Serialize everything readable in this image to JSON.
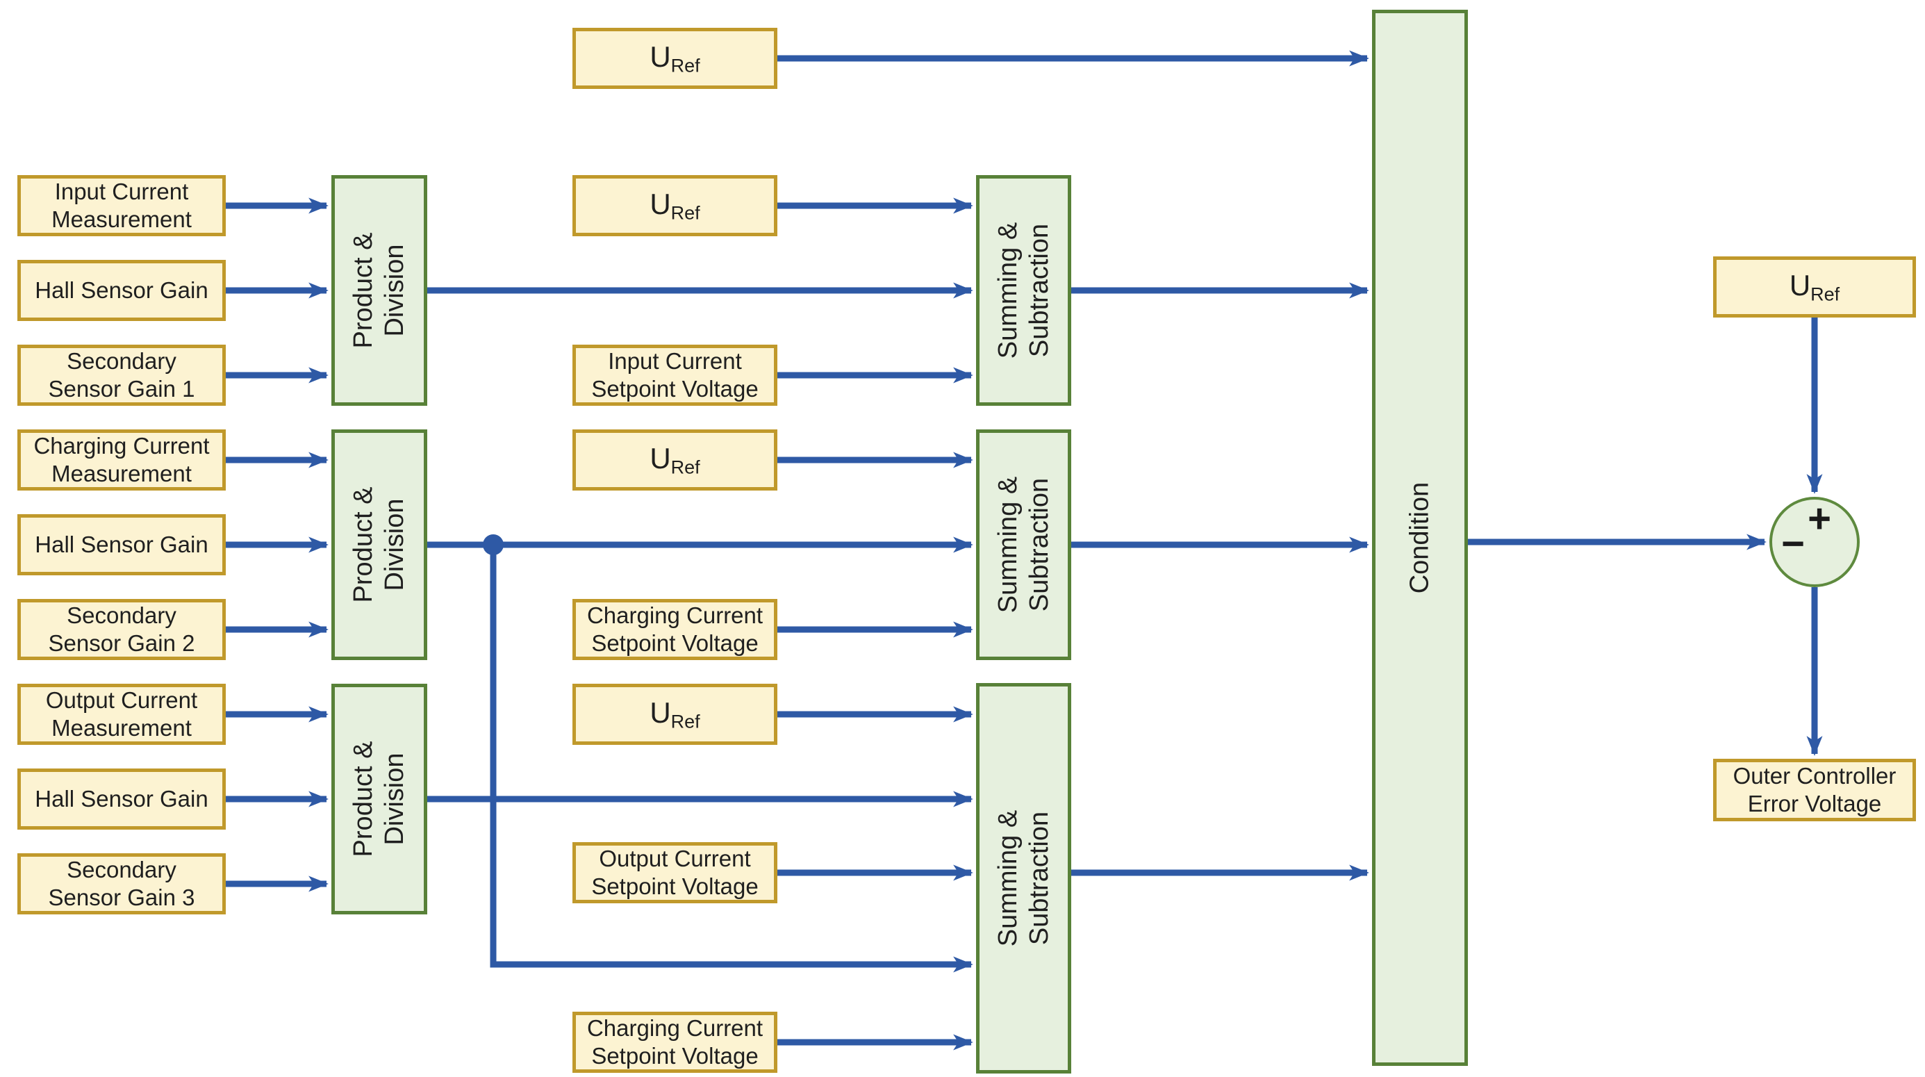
{
  "diagram": {
    "palette": {
      "io_fill": "#FCF3D2",
      "io_border": "#C0992B",
      "process_fill": "#E6F0DE",
      "process_border": "#588138",
      "arrow_blue": "#2E59A5",
      "text": "#1f1f1f"
    },
    "nodes": {
      "uref": {
        "main": "U",
        "sub": "Ref"
      },
      "input_current_measurement": "Input Current\nMeasurement",
      "hall_sensor_gain": "Hall Sensor Gain",
      "secondary_sensor_gain_1": "Secondary\nSensor Gain 1",
      "charging_current_measurement": "Charging Current\nMeasurement",
      "secondary_sensor_gain_2": "Secondary\nSensor Gain 2",
      "output_current_measurement": "Output Current\nMeasurement",
      "secondary_sensor_gain_3": "Secondary\nSensor Gain 3",
      "product_division": "Product &\nDivision",
      "summing_subtraction": "Summing &\nSubtraction",
      "condition": "Condition",
      "input_current_setpoint_voltage": "Input Current\nSetpoint Voltage",
      "charging_current_setpoint_voltage": "Charging Current\nSetpoint Voltage",
      "output_current_setpoint_voltage": "Output Current\nSetpoint Voltage",
      "outer_controller_error_voltage": "Outer Controller\nError Voltage",
      "junction_plus": "+",
      "junction_minus": "−"
    },
    "connections": [
      {
        "from": "U_Ref (top)",
        "to": "Condition"
      },
      {
        "from": "Input Current Measurement",
        "to": "Product & Division 1"
      },
      {
        "from": "Hall Sensor Gain 1",
        "to": "Product & Division 1"
      },
      {
        "from": "Secondary Sensor Gain 1",
        "to": "Product & Division 1"
      },
      {
        "from": "Charging Current Measurement",
        "to": "Product & Division 2"
      },
      {
        "from": "Hall Sensor Gain 2",
        "to": "Product & Division 2"
      },
      {
        "from": "Secondary Sensor Gain 2",
        "to": "Product & Division 2"
      },
      {
        "from": "Output Current Measurement",
        "to": "Product & Division 3"
      },
      {
        "from": "Hall Sensor Gain 3",
        "to": "Product & Division 3"
      },
      {
        "from": "Secondary Sensor Gain 3",
        "to": "Product & Division 3"
      },
      {
        "from": "U_Ref 1",
        "to": "Summing & Subtraction 1"
      },
      {
        "from": "Product & Division 1",
        "to": "Summing & Subtraction 1"
      },
      {
        "from": "Input Current Setpoint Voltage",
        "to": "Summing & Subtraction 1"
      },
      {
        "from": "U_Ref 2",
        "to": "Summing & Subtraction 2"
      },
      {
        "from": "Product & Division 2",
        "to": "Summing & Subtraction 2"
      },
      {
        "from": "Charging Current Setpoint Voltage",
        "to": "Summing & Subtraction 2"
      },
      {
        "from": "U_Ref 3",
        "to": "Summing & Subtraction 3"
      },
      {
        "from": "Product & Division 3",
        "to": "Summing & Subtraction 3"
      },
      {
        "from": "Output Current Setpoint Voltage",
        "to": "Summing & Subtraction 3"
      },
      {
        "from": "Product & Division 2 (branch)",
        "to": "Summing & Subtraction 3"
      },
      {
        "from": "Charging Current Setpoint Voltage (bottom)",
        "to": "Summing & Subtraction 3"
      },
      {
        "from": "Summing & Subtraction 1",
        "to": "Condition"
      },
      {
        "from": "Summing & Subtraction 2",
        "to": "Condition"
      },
      {
        "from": "Summing & Subtraction 3",
        "to": "Condition"
      },
      {
        "from": "Condition",
        "to": "Summing Junction (−)"
      },
      {
        "from": "U_Ref (right)",
        "to": "Summing Junction (+)"
      },
      {
        "from": "Summing Junction",
        "to": "Outer Controller Error Voltage"
      }
    ]
  }
}
